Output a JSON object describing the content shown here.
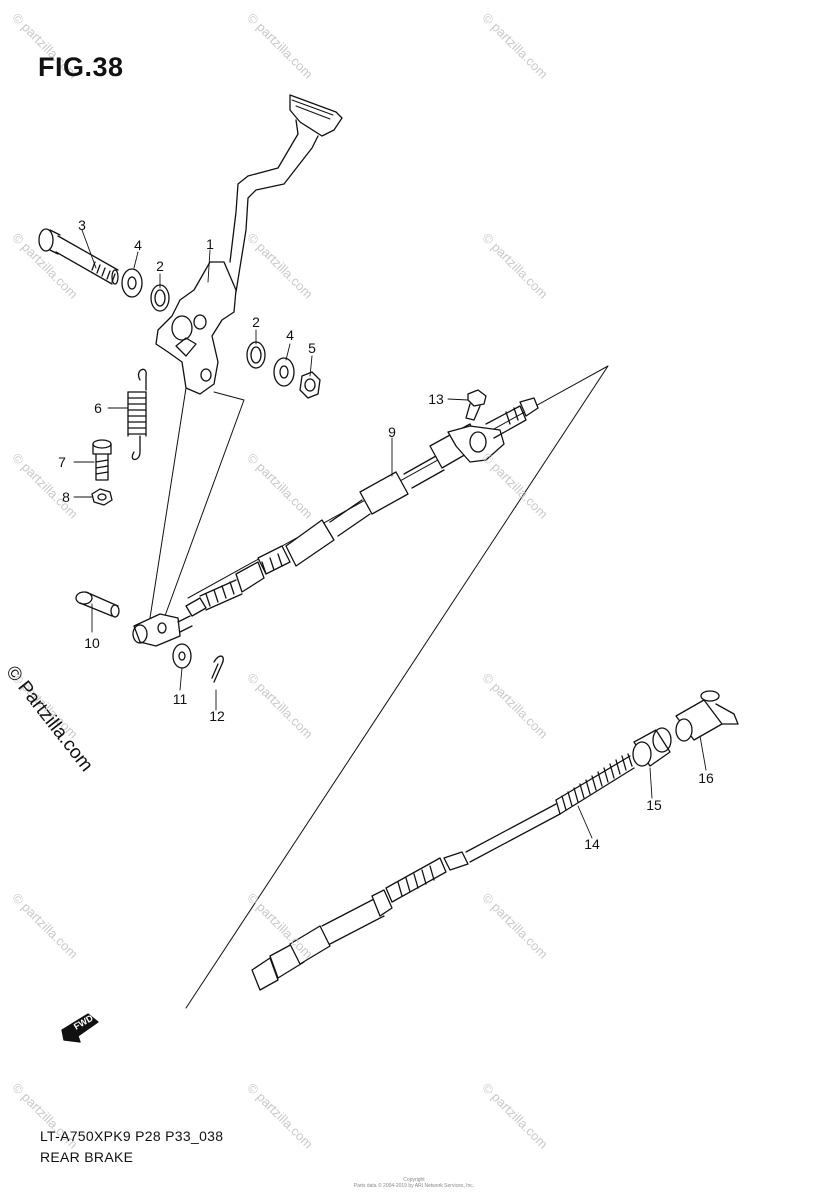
{
  "figure": {
    "title": "FIG.38",
    "model_code": "LT-A750XPK9 P28 P33_038",
    "section_name": "REAR BRAKE"
  },
  "side_watermark": "© Partzilla.com",
  "tile_watermark": "© partzilla.com",
  "copyright_lines": [
    "Copyright",
    "Parts data © 2004-2019 by ARI Network Services, Inc."
  ],
  "callouts": {
    "p1": "1",
    "p2a": "2",
    "p2b": "2",
    "p3": "3",
    "p4a": "4",
    "p4b": "4",
    "p5": "5",
    "p6": "6",
    "p7": "7",
    "p8": "8",
    "p9": "9",
    "p10": "10",
    "p11": "11",
    "p12": "12",
    "p13": "13",
    "p14": "14",
    "p15": "15",
    "p16": "16"
  },
  "fwd_label": "FWD",
  "colors": {
    "ink": "#111111",
    "watermark": "#c9c9c9",
    "background": "#ffffff"
  }
}
